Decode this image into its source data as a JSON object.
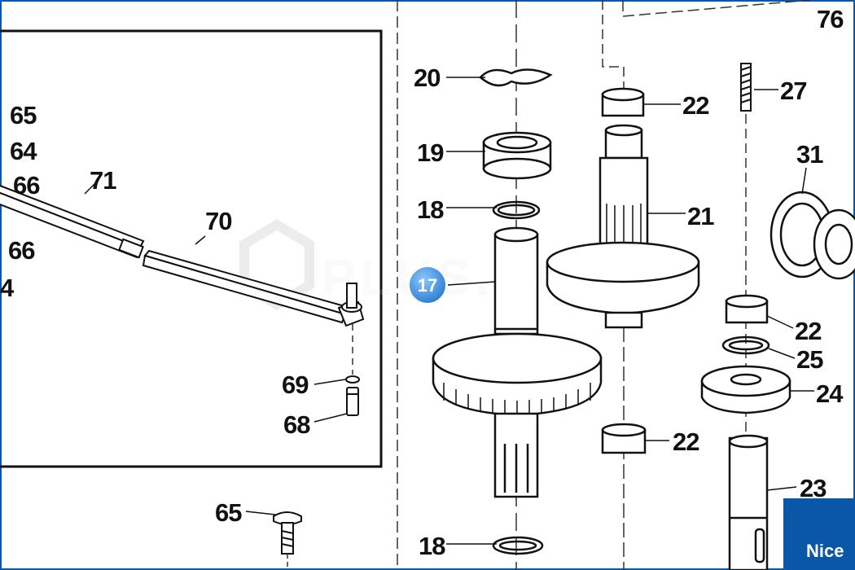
{
  "diagram": {
    "labels": {
      "p76": "76",
      "p20": "20",
      "p22a": "22",
      "p27": "27",
      "p19": "19",
      "p31": "31",
      "p65a": "65",
      "p64": "64",
      "p66a": "66",
      "p71": "71",
      "p18a": "18",
      "p21": "21",
      "p70": "70",
      "p66b": "66",
      "p4": "4",
      "p22b": "22",
      "p69": "69",
      "p25": "25",
      "p24": "24",
      "p68": "68",
      "p22c": "22",
      "p23": "23",
      "p65b": "65",
      "p18b": "18"
    },
    "selected_part": "17",
    "watermark": "PLUS.COM",
    "brand": "Nice",
    "accent_color": "#0a57a8",
    "badge_color": "#4a98e0"
  }
}
